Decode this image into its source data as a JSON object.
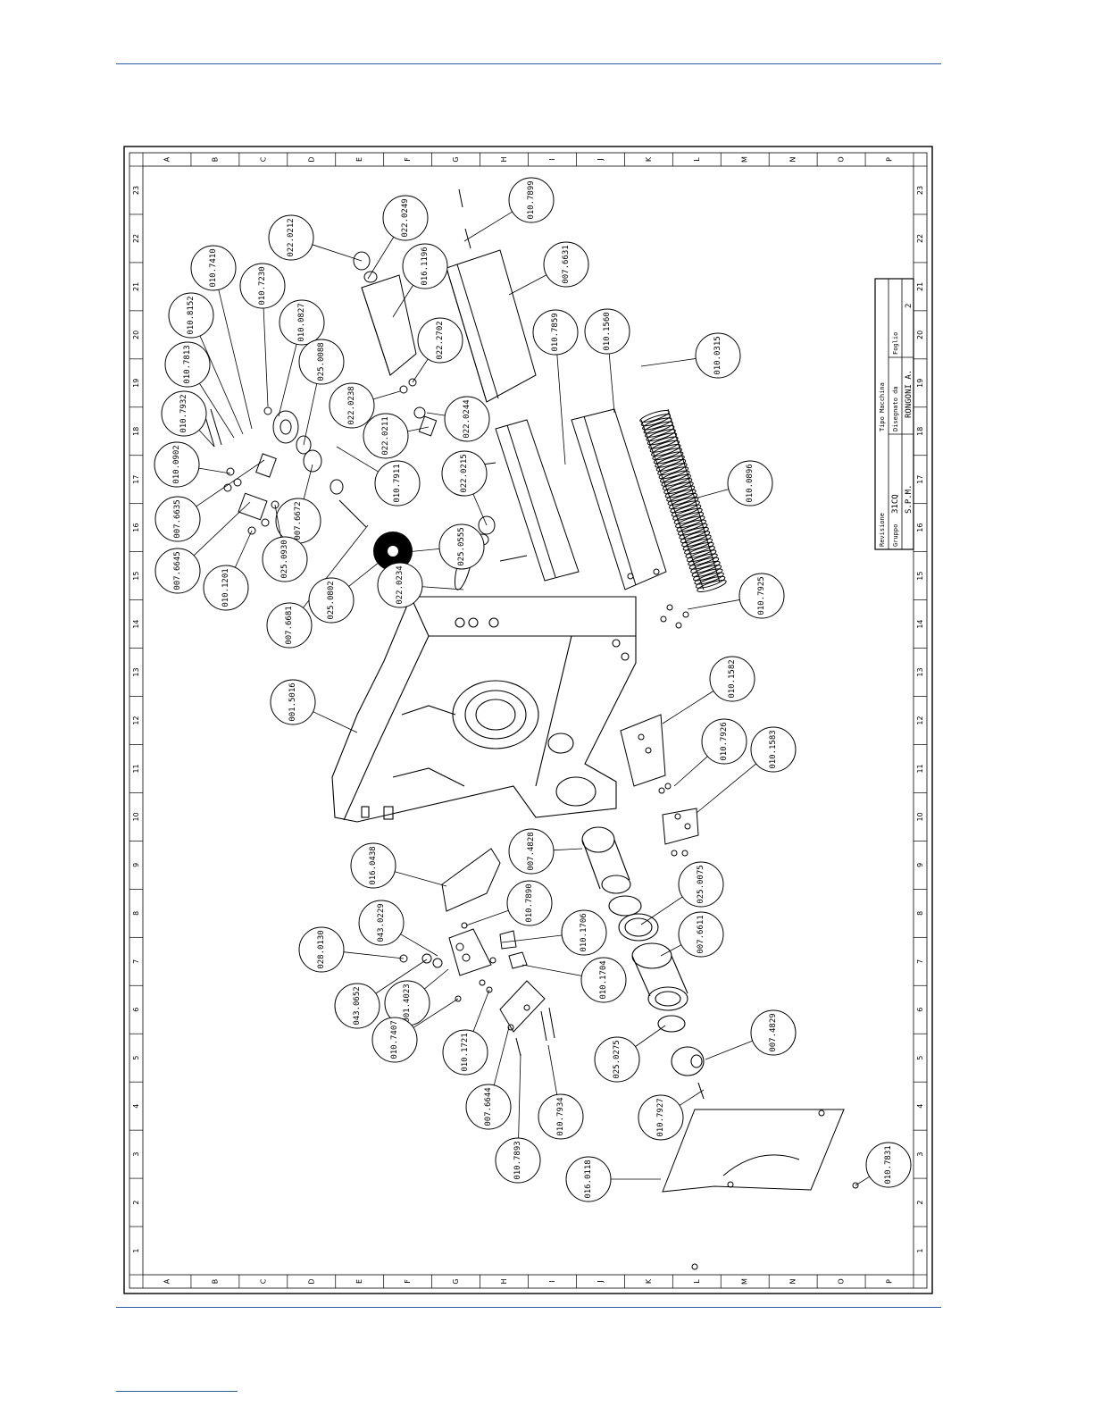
{
  "drawing": {
    "column_letters": [
      "A",
      "B",
      "C",
      "D",
      "E",
      "F",
      "G",
      "H",
      "I",
      "J",
      "K",
      "L",
      "M",
      "N",
      "O",
      "P"
    ],
    "row_numbers": [
      "23",
      "22",
      "21",
      "20",
      "19",
      "18",
      "17",
      "16",
      "15",
      "14",
      "13",
      "12",
      "11",
      "10",
      "9",
      "8",
      "7",
      "6",
      "5",
      "4",
      "3",
      "2",
      "1"
    ],
    "title_block": {
      "revisione_label": "Revisione",
      "tipo_macchina_label": "Tipo Macchina",
      "tipo_macchina_value": "31CQ",
      "gruppo_label": "Gruppo",
      "gruppo_value": "S.P.M.",
      "disegnato_label": "Disegnato da",
      "disegnato_value": "RONGONI A.",
      "foglio_label": "Foglio",
      "foglio_value": "2"
    },
    "balloons": [
      {
        "label": "010.7899"
      },
      {
        "label": "022.0249"
      },
      {
        "label": "022.0212"
      },
      {
        "label": "016.1196"
      },
      {
        "label": "007.6631"
      },
      {
        "label": "010.7410"
      },
      {
        "label": "010.7230"
      },
      {
        "label": "010.8152"
      },
      {
        "label": "010.0827"
      },
      {
        "label": "010.7813"
      },
      {
        "label": "025.0088"
      },
      {
        "label": "022.2702"
      },
      {
        "label": "010.7859"
      },
      {
        "label": "010.1560"
      },
      {
        "label": "010.0315"
      },
      {
        "label": "010.7932"
      },
      {
        "label": "022.0238"
      },
      {
        "label": "022.0244"
      },
      {
        "label": "022.0211"
      },
      {
        "label": "010.0902"
      },
      {
        "label": "010.7911"
      },
      {
        "label": "022.0215"
      },
      {
        "label": "010.0896"
      },
      {
        "label": "007.6635"
      },
      {
        "label": "007.6672"
      },
      {
        "label": "007.6645"
      },
      {
        "label": "025.0555"
      },
      {
        "label": "010.1201"
      },
      {
        "label": "025.0930"
      },
      {
        "label": "022.0234"
      },
      {
        "label": "010.7925"
      },
      {
        "label": "007.6681"
      },
      {
        "label": "025.0802"
      },
      {
        "label": "001.5016"
      },
      {
        "label": "010.1582"
      },
      {
        "label": "010.7926"
      },
      {
        "label": "010.1583"
      },
      {
        "label": "016.0438"
      },
      {
        "label": "007.4828"
      },
      {
        "label": "025.0075"
      },
      {
        "label": "043.0229"
      },
      {
        "label": "010.7890"
      },
      {
        "label": "028.0130"
      },
      {
        "label": "010.1706"
      },
      {
        "label": "007.6611"
      },
      {
        "label": "043.0652"
      },
      {
        "label": "001.4023"
      },
      {
        "label": "010.1704"
      },
      {
        "label": "010.7407"
      },
      {
        "label": "010.1721"
      },
      {
        "label": "025.0275"
      },
      {
        "label": "007.4829"
      },
      {
        "label": "007.6644"
      },
      {
        "label": "010.7934"
      },
      {
        "label": "010.7927"
      },
      {
        "label": "010.7893"
      },
      {
        "label": "016.0118"
      },
      {
        "label": "010.7831"
      }
    ]
  }
}
